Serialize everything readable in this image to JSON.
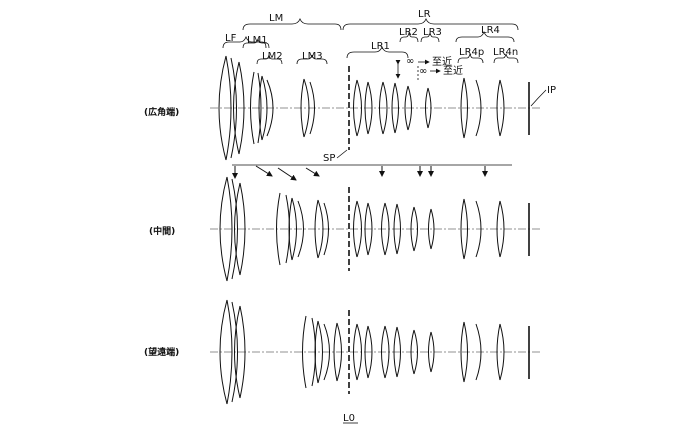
{
  "group_labels": {
    "LF": "LF",
    "LM": "LM",
    "LM1": "LM1",
    "LM2": "LM2",
    "LM3": "LM3",
    "LR": "LR",
    "LR1": "LR1",
    "LR2": "LR2",
    "LR3": "LR3",
    "LR4": "LR4",
    "LR4p": "LR4p",
    "LR4n": "LR4n",
    "IP": "IP",
    "SP": "SP"
  },
  "focus_notes": {
    "infinity_1": "∞",
    "near_1": "至近",
    "infinity_2": "∞",
    "near_2": "至近"
  },
  "positions": {
    "wide": "(広角端)",
    "middle": "(中間)",
    "tele": "(望遠端)"
  },
  "figure_label": "L0"
}
